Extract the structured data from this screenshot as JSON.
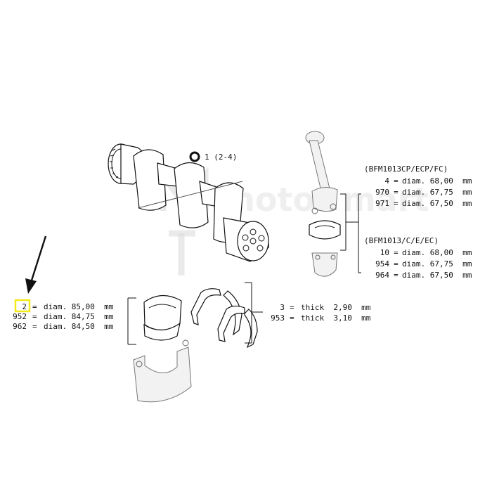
{
  "watermark": "motor mart",
  "callout": {
    "label": "1 (2-4)"
  },
  "conrod_groups": [
    {
      "title": "(BFM1013CP/ECP/FC)",
      "rows": [
        {
          "code": "4",
          "eq": "=",
          "text": "diam. 68,00  mm"
        },
        {
          "code": "970",
          "eq": "=",
          "text": "diam. 67,75  mm"
        },
        {
          "code": "971",
          "eq": "=",
          "text": "diam. 67,50  mm"
        }
      ]
    },
    {
      "title": "(BFM1013/C/E/EC)",
      "rows": [
        {
          "code": "10",
          "eq": "=",
          "text": "diam. 68,00  mm"
        },
        {
          "code": "954",
          "eq": "=",
          "text": "diam. 67,75  mm"
        },
        {
          "code": "964",
          "eq": "=",
          "text": "diam. 67,50  mm"
        }
      ]
    }
  ],
  "main_bearings": {
    "highlight_color": "#f2ea1a",
    "rows": [
      {
        "code": "2",
        "eq": "=",
        "text": "diam. 85,00  mm"
      },
      {
        "code": "952",
        "eq": "=",
        "text": "diam. 84,75  mm"
      },
      {
        "code": "962",
        "eq": "=",
        "text": "diam. 84,50  mm"
      }
    ]
  },
  "thrust_washers": {
    "rows": [
      {
        "code": "3",
        "eq": "=",
        "text": "thick  2,90  mm"
      },
      {
        "code": "953",
        "eq": "=",
        "text": "thick  3,10  mm"
      }
    ]
  },
  "icons": [
    "down-arrow-icon",
    "ring-marker-icon"
  ]
}
